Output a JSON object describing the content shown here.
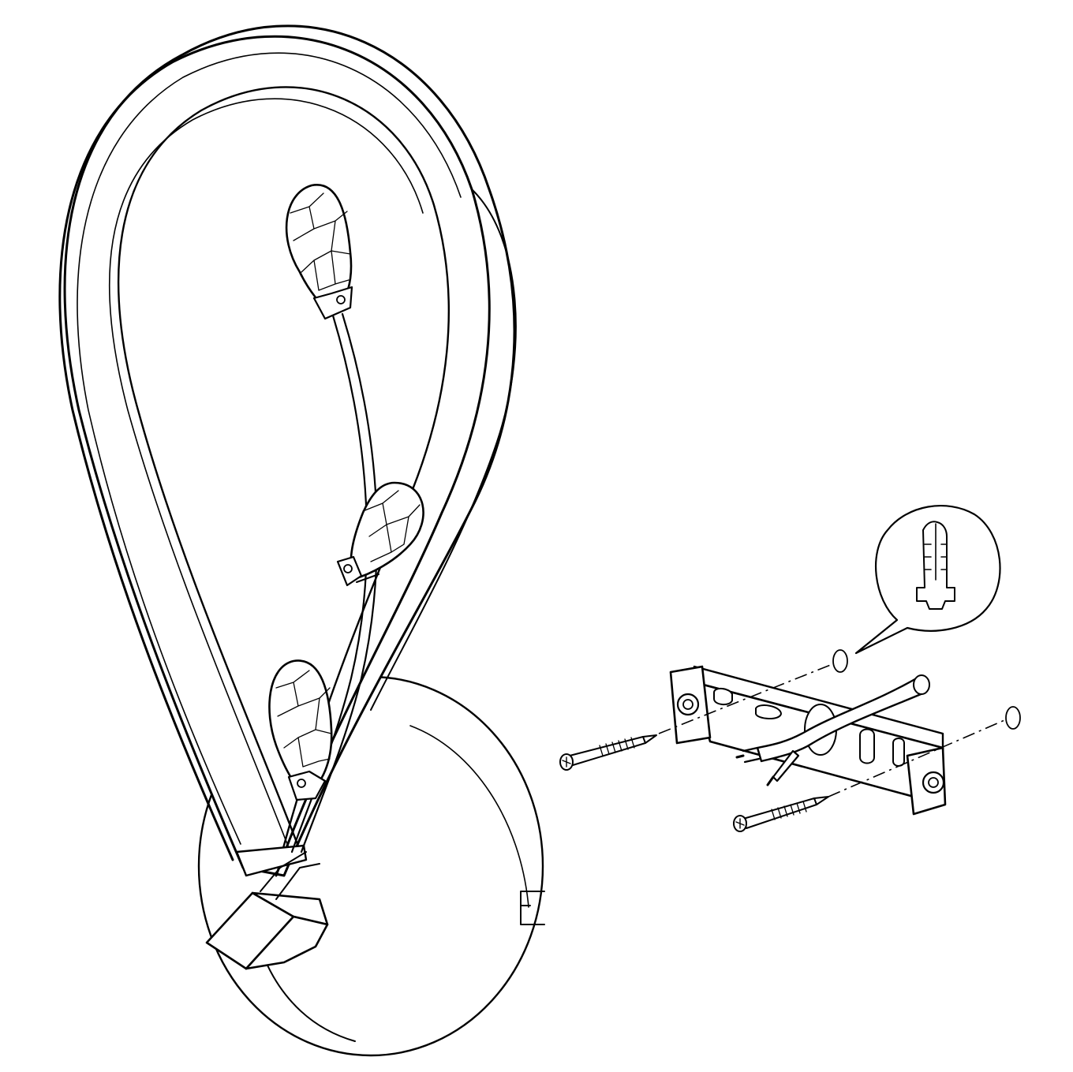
{
  "diagram": {
    "kind": "assembly-line-drawing",
    "labels": [],
    "colors": {
      "line": "#000000",
      "background": "#ffffff"
    },
    "parts": [
      {
        "name": "teardrop-frame"
      },
      {
        "name": "crystal-shades",
        "count": 3
      },
      {
        "name": "wall-canopy"
      },
      {
        "name": "mounting-bracket"
      },
      {
        "name": "screws",
        "count": 2
      },
      {
        "name": "wall-plugs",
        "count": 2
      },
      {
        "name": "supply-cable"
      },
      {
        "name": "wall-plug-detail-callout"
      }
    ]
  }
}
